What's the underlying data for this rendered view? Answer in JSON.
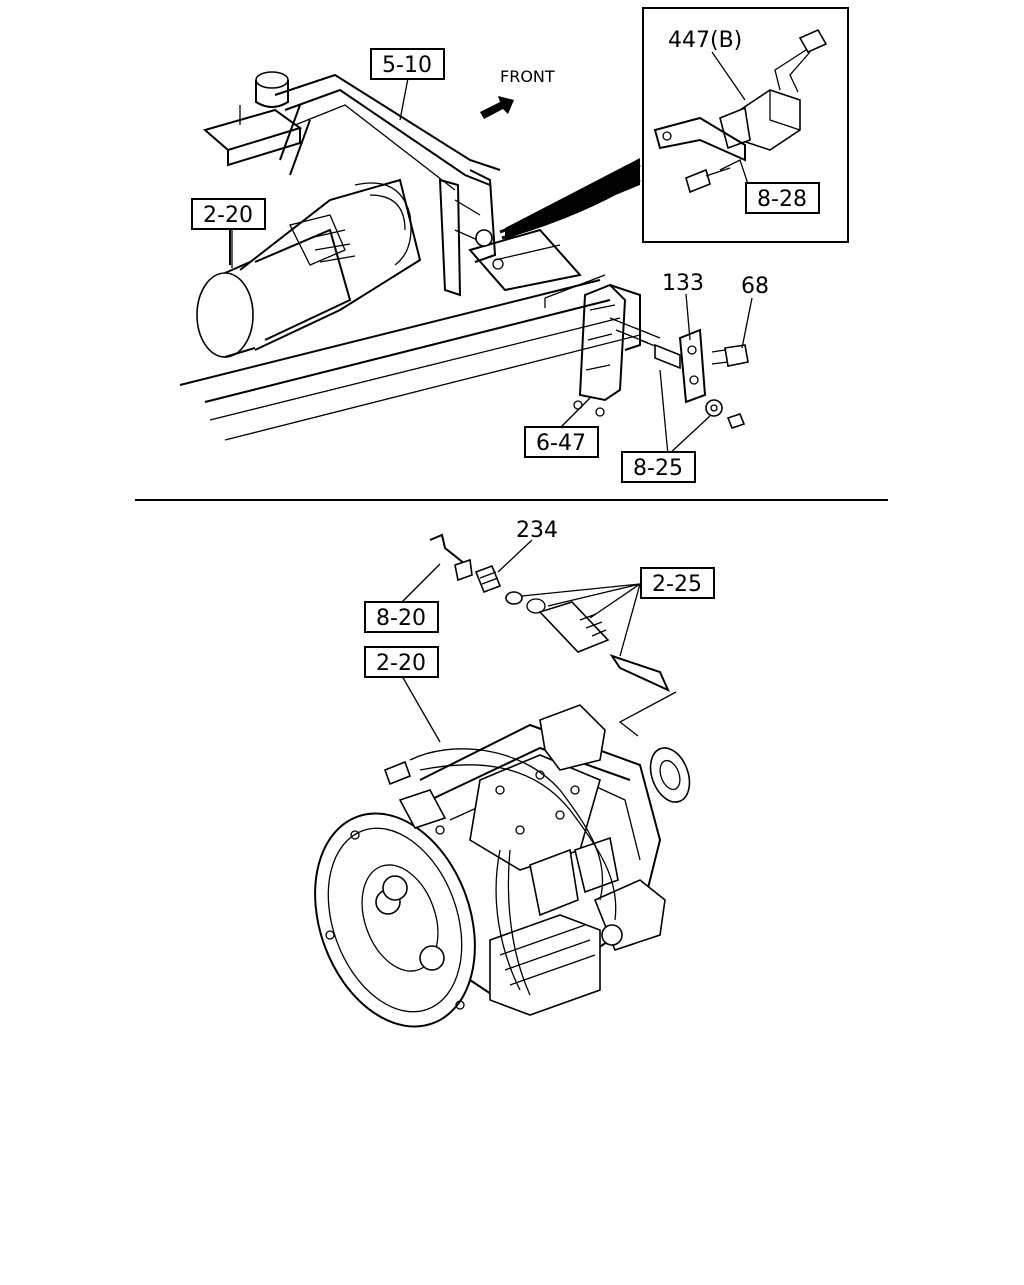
{
  "direction_label": "FRONT",
  "callouts": {
    "c_5_10": "5-10",
    "c_2_20_top": "2-20",
    "c_447b": "447(B)",
    "c_8_28": "8-28",
    "c_133": "133",
    "c_68": "68",
    "c_6_47": "6-47",
    "c_8_25": "8-25",
    "c_234": "234",
    "c_2_25": "2-25",
    "c_8_20": "8-20",
    "c_2_20_bottom": "2-20"
  }
}
